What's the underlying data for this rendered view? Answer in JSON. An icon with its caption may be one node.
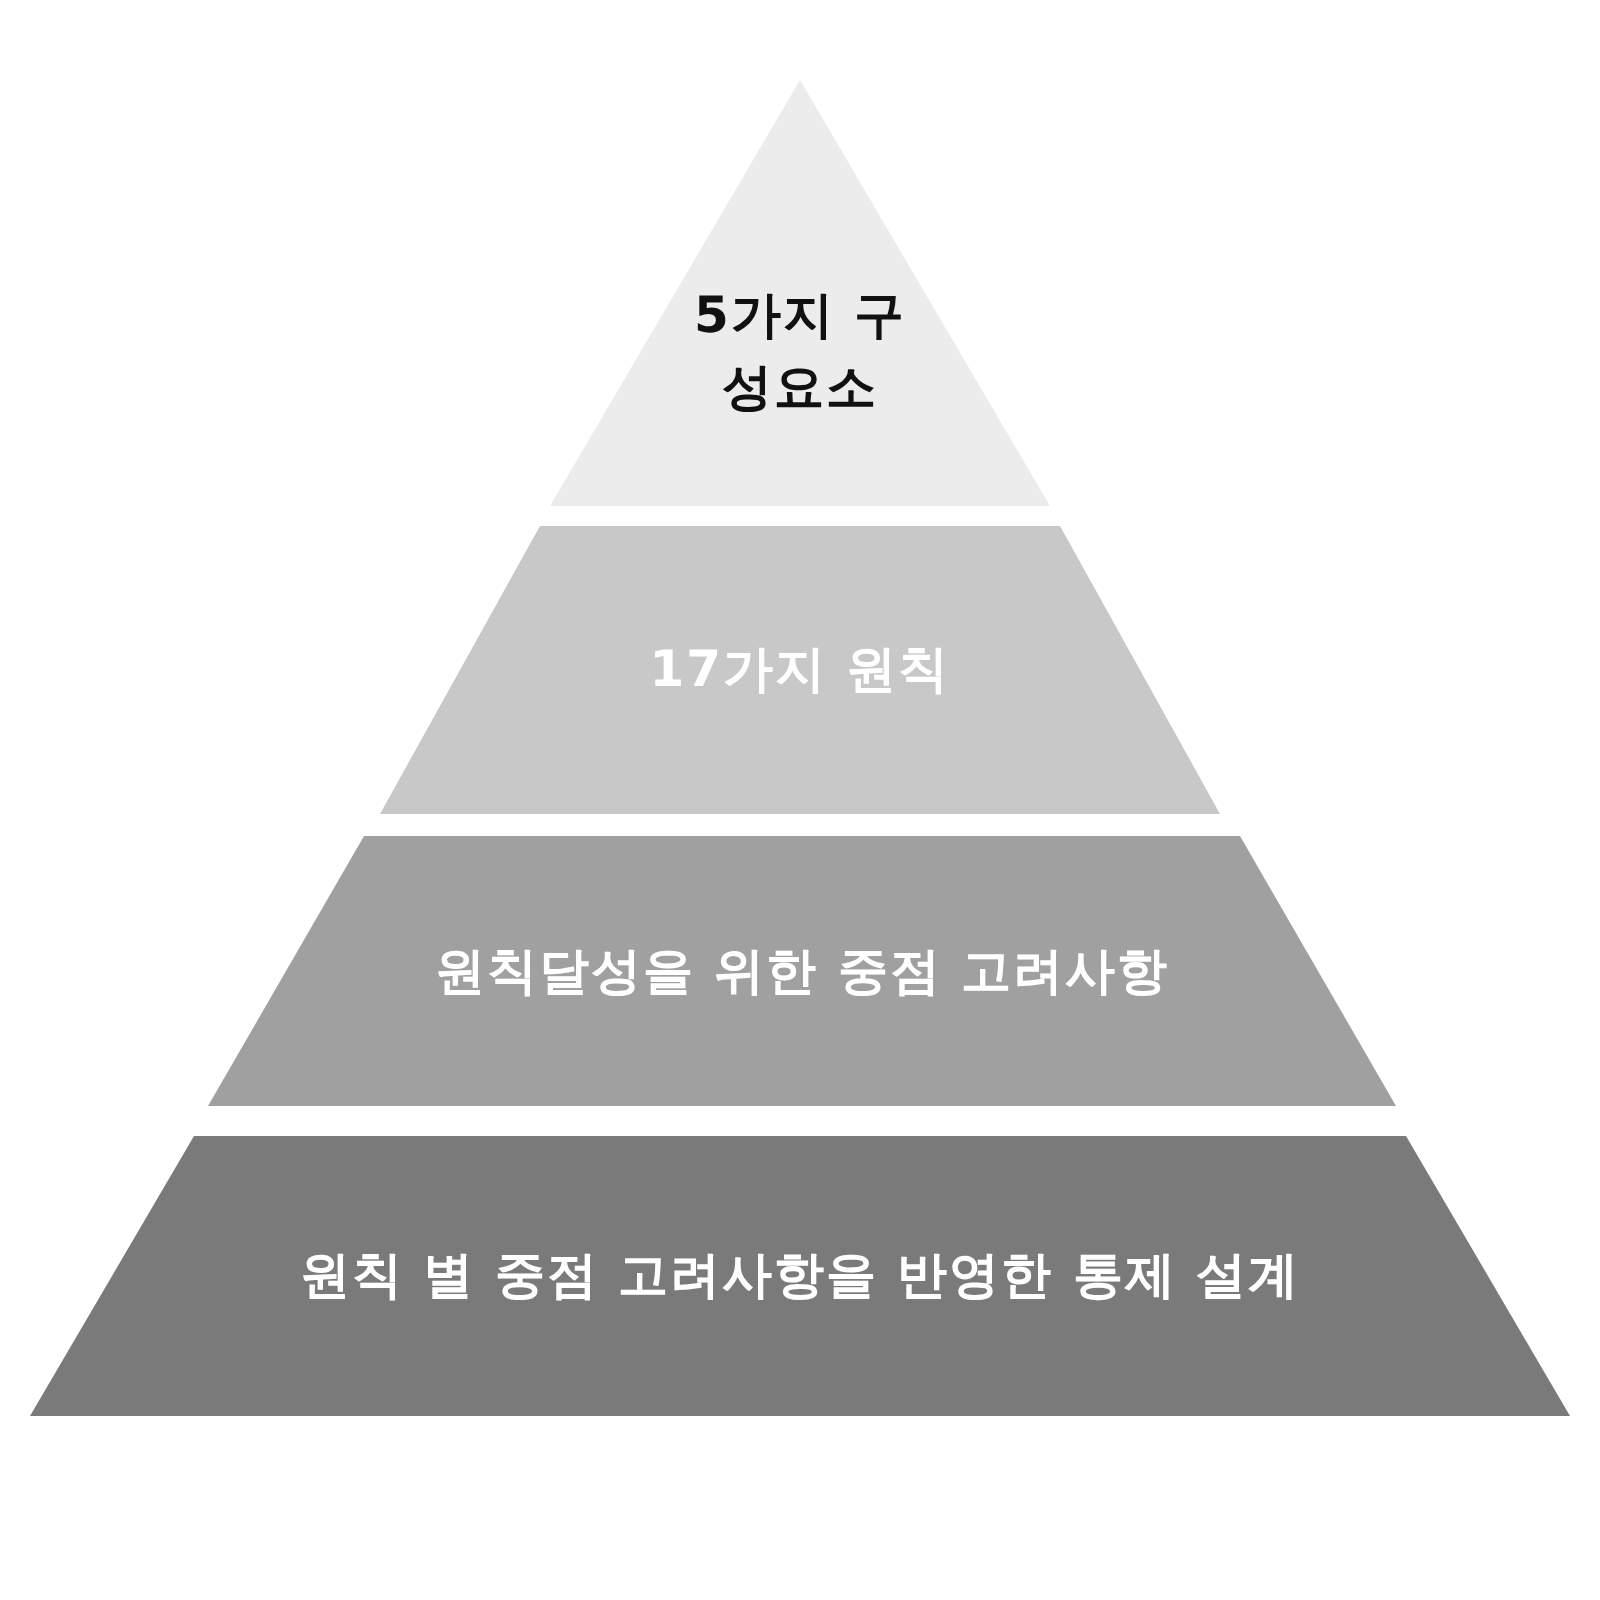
{
  "diagram": {
    "nodes": [
      {
        "text": [
          "5가지 구성요소"
        ]
      },
      {
        "text": [
          "17가지 원칙"
        ]
      },
      {
        "text": [
          "원칙달성을 위한 중점 고려사항"
        ]
      },
      {
        "text": [
          "원칙 별 중점 고려사항을 반영한 통제 설계"
        ]
      }
    ]
  }
}
